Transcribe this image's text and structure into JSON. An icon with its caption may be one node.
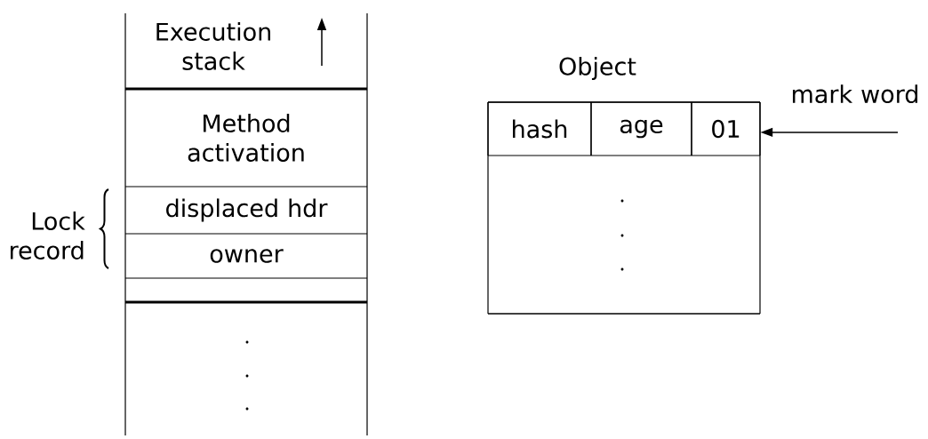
{
  "diagram": {
    "nodes": [
      {
        "text": [
          "Execution stack"
        ]
      },
      {
        "text": [
          "Method activation"
        ]
      },
      {
        "text": [
          "displaced hdr"
        ]
      },
      {
        "text": [
          "owner"
        ]
      },
      {
        "text": [],
        "shape": "box"
      },
      {
        "text": [],
        "shape": "box"
      },
      {
        "text": [
          "Object"
        ]
      },
      {
        "text": [
          "hash"
        ],
        "in": 6
      },
      {
        "text": [
          "age"
        ],
        "in": 6
      },
      {
        "text": [
          "01"
        ],
        "in": 6
      },
      {
        "text": [
          "mark word"
        ]
      }
    ],
    "edges": [
      {
        "from": 10,
        "to": 6,
        "arrow": "to"
      }
    ],
    "labels": [
      "Lock record"
    ]
  }
}
